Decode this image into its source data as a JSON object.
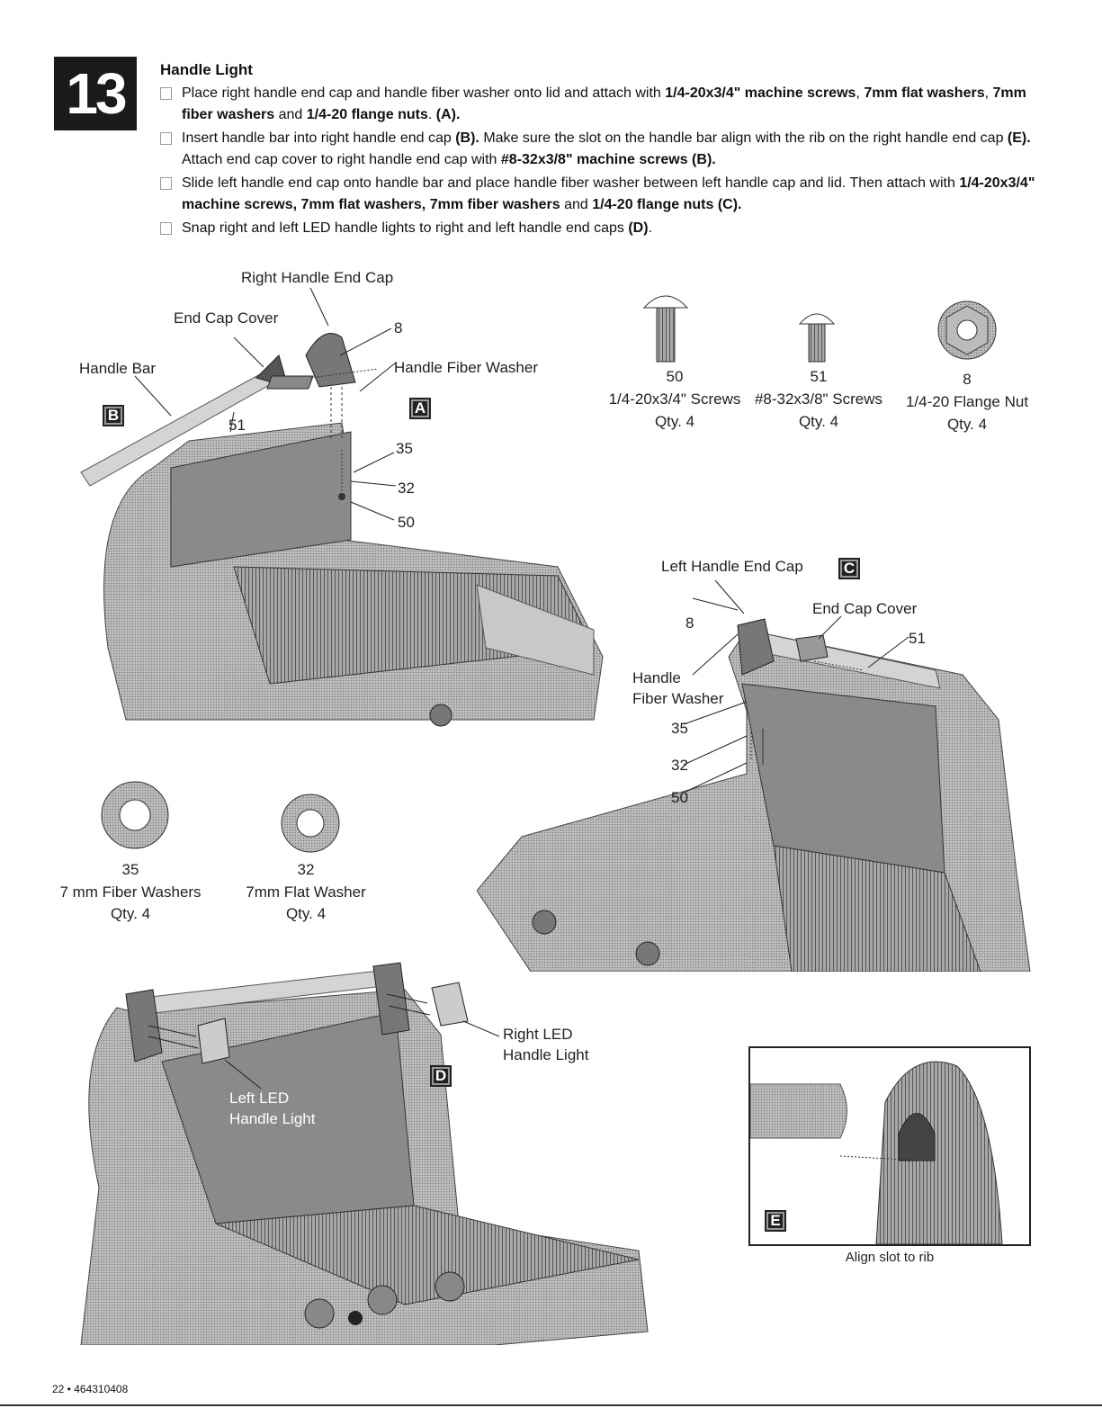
{
  "step": {
    "number": "13",
    "title": "Handle Light"
  },
  "instructions": [
    [
      {
        "t": "Place right handle end cap and handle fiber washer onto lid and attach with "
      },
      {
        "t": "1/4-20x3/4\" machine screws",
        "b": true
      },
      {
        "t": ", "
      },
      {
        "t": "7mm flat washers",
        "b": true
      },
      {
        "t": ", "
      },
      {
        "t": "7mm fiber washers",
        "b": true
      },
      {
        "t": " and "
      },
      {
        "t": "1/4-20 flange nuts",
        "b": true
      },
      {
        "t": ". "
      },
      {
        "t": "(A).",
        "b": true
      }
    ],
    [
      {
        "t": "Insert handle bar into right handle end cap "
      },
      {
        "t": "(B).",
        "b": true
      },
      {
        "t": " Make sure the slot on the handle bar align with the rib on the right handle end cap "
      },
      {
        "t": "(E).",
        "b": true
      },
      {
        "t": " Attach end cap cover to right handle end cap with "
      },
      {
        "t": "#8-32x3/8\" machine screws (B).",
        "b": true
      }
    ],
    [
      {
        "t": "Slide left handle end cap onto handle bar and place handle fiber washer between left handle cap and lid. Then attach with "
      },
      {
        "t": "1/4-20x3/4\" machine screws, 7mm flat washers, 7mm fiber washers",
        "b": true
      },
      {
        "t": " and "
      },
      {
        "t": "1/4-20 flange nuts (C).",
        "b": true
      }
    ],
    [
      {
        "t": "Snap right and left LED handle lights to right and left handle end caps "
      },
      {
        "t": "(D)",
        "b": true
      },
      {
        "t": "."
      }
    ]
  ],
  "figure_b": {
    "label_right_handle_end_cap": "Right Handle End Cap",
    "label_end_cap_cover": "End Cap Cover",
    "label_handle_bar": "Handle Bar",
    "label_handle_fiber_washer": "Handle Fiber Washer",
    "num_8": "8",
    "num_51": "51",
    "num_35": "35",
    "num_32": "32",
    "num_50": "50",
    "letter_b": "B",
    "letter_a": "A"
  },
  "hardware": [
    {
      "num": "50",
      "desc": "1/4-20x3/4\" Screws",
      "qty": "Qty. 4"
    },
    {
      "num": "51",
      "desc": "#8-32x3/8\" Screws",
      "qty": "Qty. 4"
    },
    {
      "num": "8",
      "desc": "1/4-20 Flange Nut",
      "qty": "Qty. 4"
    },
    {
      "num": "35",
      "desc": "7 mm Fiber Washers",
      "qty": "Qty. 4"
    },
    {
      "num": "32",
      "desc": "7mm Flat Washer",
      "qty": "Qty. 4"
    }
  ],
  "figure_c": {
    "letter": "C",
    "label_left_handle_end_cap": "Left Handle End Cap",
    "label_end_cap_cover": "End Cap Cover",
    "label_handle": "Handle",
    "label_fiber_washer": "Fiber Washer",
    "num_8": "8",
    "num_51": "51",
    "num_35": "35",
    "num_32": "32",
    "num_50": "50"
  },
  "figure_d": {
    "letter": "D",
    "label_right_led_1": "Right LED",
    "label_right_led_2": "Handle Light",
    "label_left_led_1": "Left LED",
    "label_left_led_2": "Handle Light"
  },
  "figure_e": {
    "letter": "E",
    "caption": "Align slot to rib"
  },
  "footer": "22 • 464310408",
  "colors": {
    "ink": "#111111",
    "badge": "#1a1a1a",
    "grill": "#9a9a9a",
    "grill_dark": "#5c5c5c"
  }
}
